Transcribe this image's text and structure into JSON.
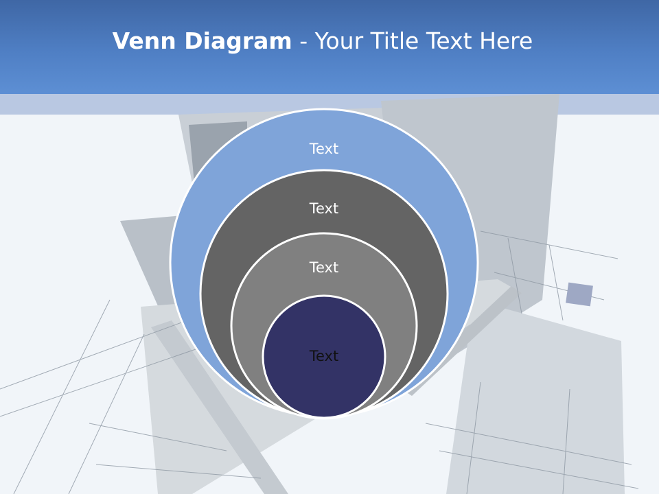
{
  "title": {
    "bold": "Venn Diagram",
    "rest": " - Your Title Text Here"
  },
  "rings": [
    {
      "label": "Text",
      "color": "#7fa4d9"
    },
    {
      "label": "Text",
      "color": "#646464"
    },
    {
      "label": "Text",
      "color": "#808080"
    },
    {
      "label": "Text",
      "color": "#333366"
    }
  ],
  "colors": {
    "header": "#4f7fc4",
    "ring_stroke": "#ffffff"
  }
}
